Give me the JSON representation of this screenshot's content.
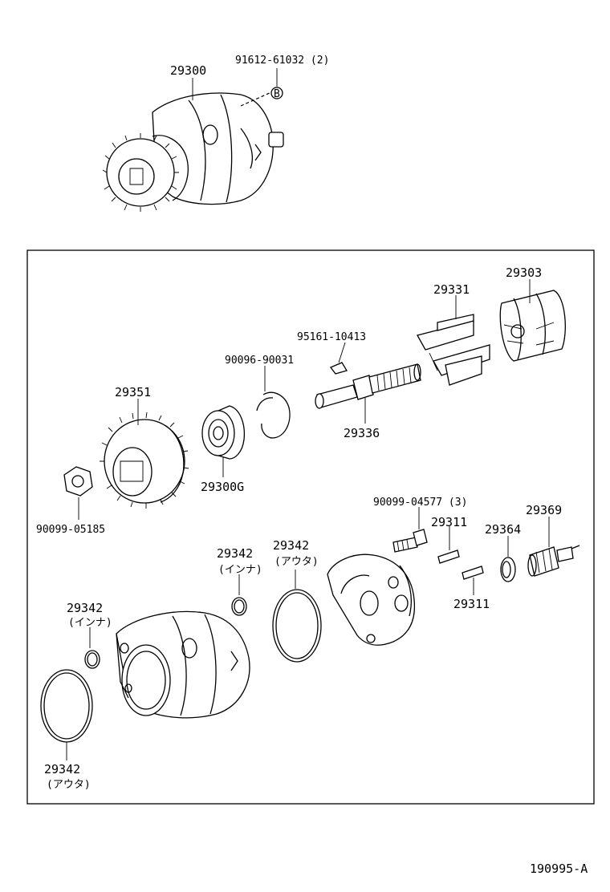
{
  "diagram_id": "190995-A",
  "labels": {
    "assy_29300": "29300",
    "bolt_91612": "91612-61032 (2)",
    "bolt_ref": "B",
    "brush_29331": "29331",
    "holder_29303": "29303",
    "key_95161": "95161-10413",
    "ring_90096": "90096-90031",
    "gear_29351": "29351",
    "shaft_29336": "29336",
    "bearing_29300g": "29300G",
    "nut_90099": "90099-05185",
    "bolt_90099": "90099-04577 (3)",
    "pin_29311_a": "29311",
    "pin_29311_b": "29311",
    "washer_29364": "29364",
    "switch_29369": "29369",
    "oring_inner_1": "29342",
    "oring_inner_1_note": "(インナ)",
    "oring_outer_1": "29342",
    "oring_outer_1_note": "(アウタ)",
    "oring_inner_2": "29342",
    "oring_inner_2_note": "(インナ)",
    "oring_outer_2": "29342",
    "oring_outer_2_note": "(アウタ)"
  }
}
